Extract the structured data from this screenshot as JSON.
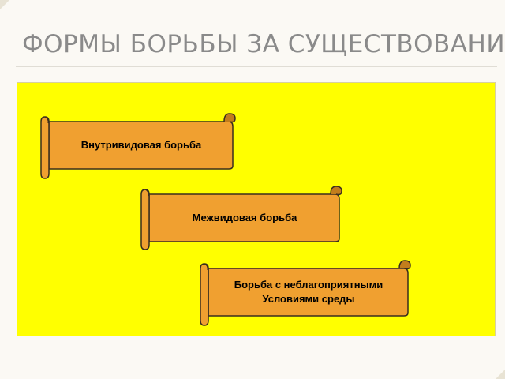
{
  "slide": {
    "title": "Формы борьбы за существование"
  },
  "diagram": {
    "items": [
      {
        "label": "Внутривидовая борьба"
      },
      {
        "label": "Межвидовая борьба"
      },
      {
        "label_line1": "Борьба с неблагоприятными",
        "label_line2": "Условиями среды"
      }
    ]
  },
  "colors": {
    "panel": "#ffff00",
    "scroll_fill": "#f0a030",
    "scroll_shade": "#c27d1c",
    "outline": "#3a2e1e",
    "title": "#8a8a8a"
  }
}
